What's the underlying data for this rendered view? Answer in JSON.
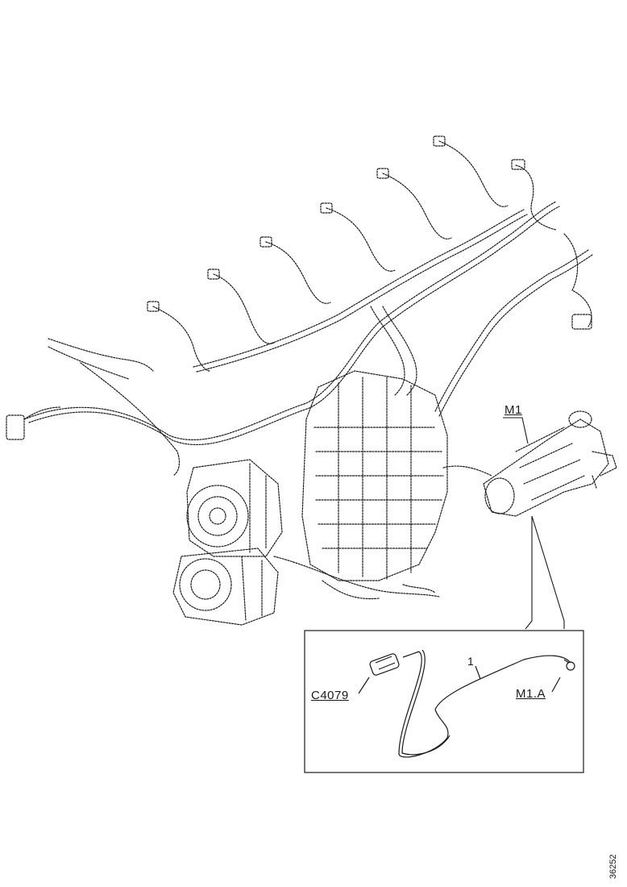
{
  "figure": {
    "labels": {
      "starter_motor": "M1",
      "inset_connector": "C4079",
      "inset_wire_number": "1",
      "inset_terminal": "M1.A"
    },
    "reference_code": "36252",
    "colors": {
      "line": "#1a1a1a",
      "background": "#ffffff"
    },
    "icons": [
      "wiring-harness-drawing",
      "engine-block-drawing",
      "alternator-drawing",
      "starter-motor-drawing",
      "connector-drawing"
    ]
  }
}
